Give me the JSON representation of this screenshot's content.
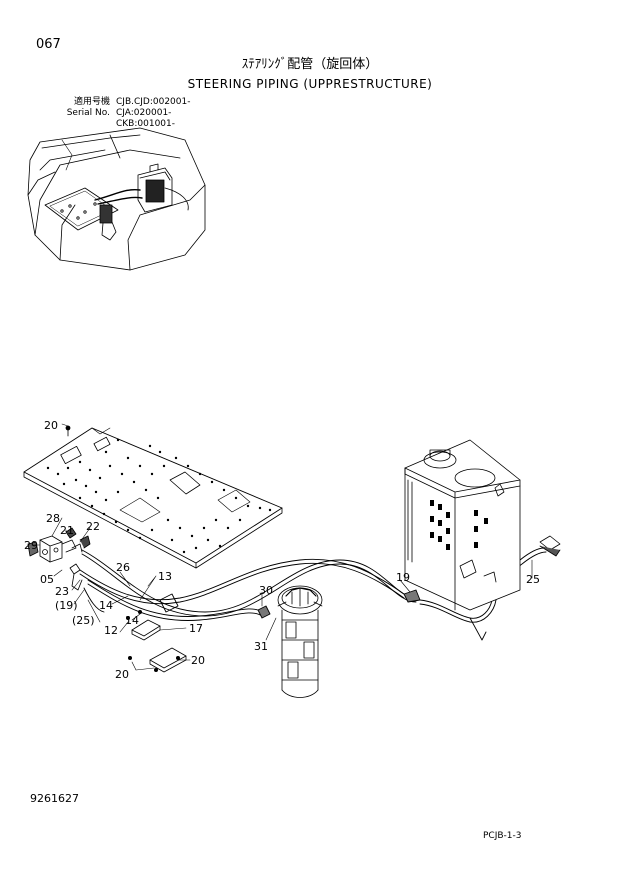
{
  "page_number": "067",
  "title_jp": "ｽﾃｱﾘﾝｸﾞ配管（旋回体）",
  "title_en": "STEERING PIPING (UPPRESTRUCTURE)",
  "serial_label_jp": "適用号機",
  "serial_label_en": "Serial No.",
  "serial_values": [
    "CJB.CJD:002001-",
    "CJA:020001-",
    "CKB:001001-"
  ],
  "callouts": [
    "20",
    "28",
    "21",
    "22",
    "29",
    "05",
    "23",
    "(19)",
    "26",
    "13",
    "14",
    "12",
    "14",
    "(25)",
    "30",
    "19",
    "25",
    "17",
    "20",
    "20",
    "31"
  ],
  "drawing_number": "9261627",
  "page_code": "PCJB-1-3"
}
